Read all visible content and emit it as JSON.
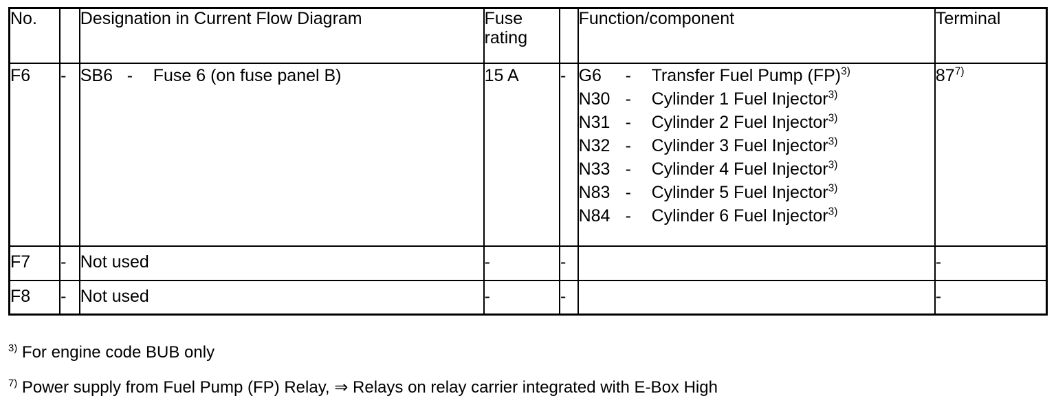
{
  "table": {
    "headers": {
      "no": "No.",
      "dash1": "",
      "designation": "Designation in Current Flow Diagram",
      "fuse_rating_line1": "Fuse",
      "fuse_rating_line2": "rating",
      "dash2": "",
      "function_component": "Function/component",
      "terminal": "Terminal"
    },
    "rows": [
      {
        "no": "F6",
        "dash1": "-",
        "designation": {
          "code": "SB6",
          "sep": "-",
          "text": "Fuse 6 (on fuse panel B)"
        },
        "fuse_rating": "15 A",
        "dash2": "-",
        "function_items": [
          {
            "code": "G6",
            "sep": "-",
            "text": "Transfer Fuel Pump (FP)",
            "footnote": "3)"
          },
          {
            "code": "N30",
            "sep": "-",
            "text": "Cylinder 1 Fuel Injector",
            "footnote": "3)"
          },
          {
            "code": "N31",
            "sep": "-",
            "text": "Cylinder 2 Fuel Injector",
            "footnote": "3)"
          },
          {
            "code": "N32",
            "sep": "-",
            "text": "Cylinder 3 Fuel Injector",
            "footnote": "3)"
          },
          {
            "code": "N33",
            "sep": "-",
            "text": "Cylinder 4 Fuel Injector",
            "footnote": "3)"
          },
          {
            "code": "N83",
            "sep": "-",
            "text": "Cylinder 5 Fuel Injector",
            "footnote": "3)"
          },
          {
            "code": "N84",
            "sep": "-",
            "text": "Cylinder 6 Fuel Injector",
            "footnote": "3)"
          }
        ],
        "terminal": "87",
        "terminal_footnote": "7)"
      },
      {
        "no": "F7",
        "dash1": "-",
        "designation_text": "Not used",
        "fuse_rating": "-",
        "dash2": "-",
        "function_text": "",
        "terminal": "-"
      },
      {
        "no": "F8",
        "dash1": "-",
        "designation_text": "Not used",
        "fuse_rating": "-",
        "dash2": "-",
        "function_text": "",
        "terminal": "-"
      }
    ]
  },
  "footnotes": [
    {
      "marker": "3)",
      "text": "For engine code BUB only"
    },
    {
      "marker": "7)",
      "text": "Power supply from Fuel Pump (FP) Relay, ⇒ Relays on relay carrier integrated with E-Box High"
    }
  ],
  "colors": {
    "border": "#000000",
    "text": "#000000",
    "background": "#ffffff"
  }
}
